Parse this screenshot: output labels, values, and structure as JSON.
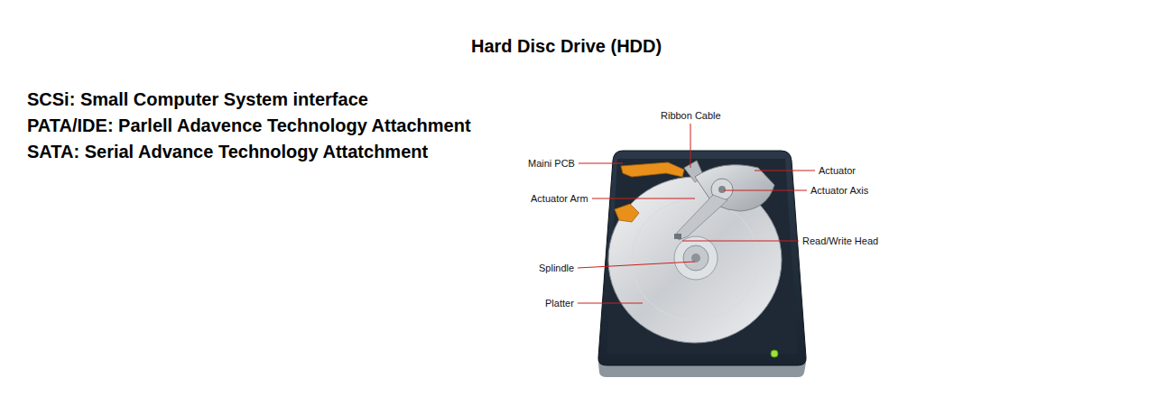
{
  "diagram": {
    "title": "Hard Disc Drive (HDD)",
    "labels": [
      "SCSi: Small Computer System interface",
      "PATA/IDE: Parlell Adavence Technology Attachment",
      "SATA: Serial Advance Technology Attatchment",
      "Ribbon Cable",
      "Maini PCB",
      "Actuator",
      "Actuator Axis",
      "Actuator Arm",
      "Read/Write Head",
      "Splindle",
      "Platter"
    ]
  }
}
